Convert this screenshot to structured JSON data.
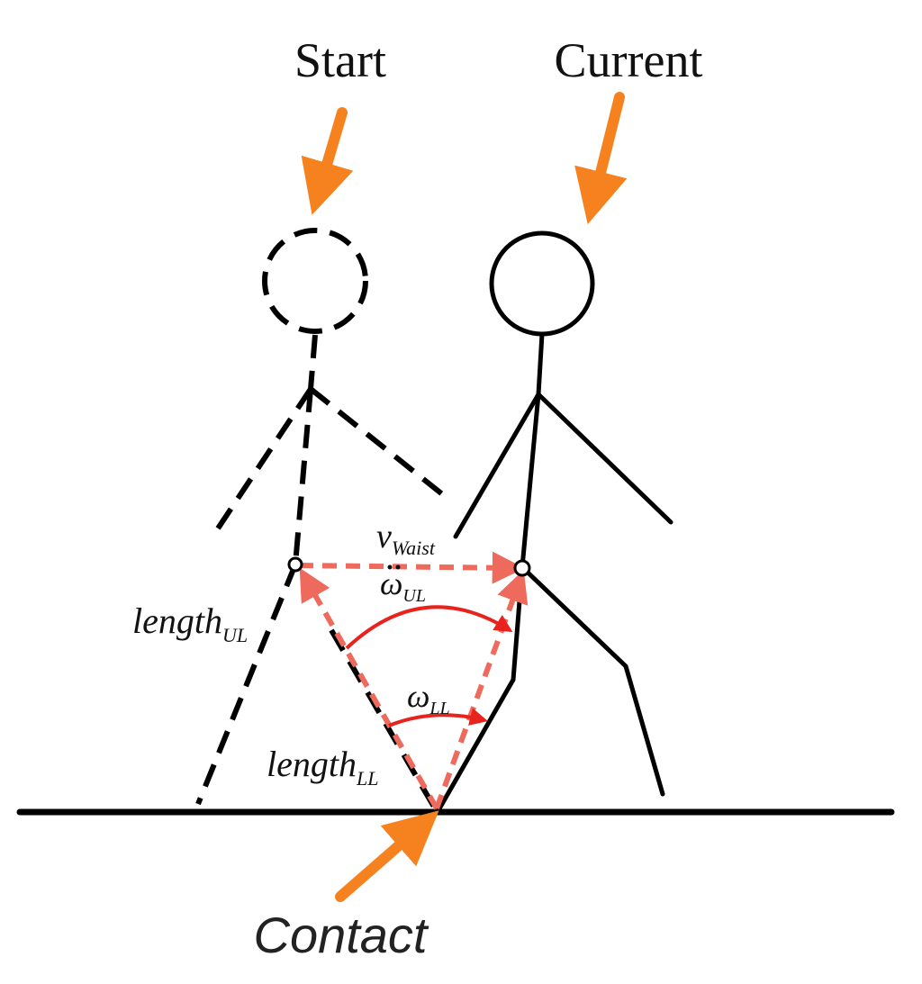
{
  "labels": {
    "start": "Start",
    "current": "Current",
    "contact": "Contact",
    "v_waist_base": "v",
    "v_waist_sub": "Waist",
    "omega_ul_base": "ω",
    "omega_ul_sub": "UL",
    "omega_ll_base": "ω",
    "omega_ll_sub": "LL",
    "length_ul_base": "length",
    "length_ul_sub": "UL",
    "length_ll_base": "length",
    "length_ll_sub": "LL"
  },
  "colors": {
    "orange_arrow": "#F5821F",
    "red_arrow": "#E8231E",
    "dashed_red": "#EE6A5C",
    "figure_line": "#000000"
  }
}
